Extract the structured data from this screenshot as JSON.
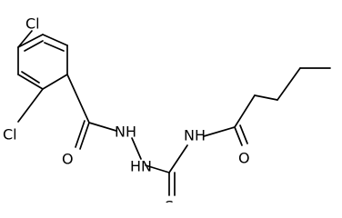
{
  "molecule": {
    "atoms": {
      "cl_top": "Cl",
      "cl_mid": "Cl",
      "o_carbonyl_left": "O",
      "nh_left": "NH",
      "hn_lower": "HN",
      "nh_right": "NH",
      "s_thio": "S",
      "o_carbonyl_right": "O"
    }
  }
}
